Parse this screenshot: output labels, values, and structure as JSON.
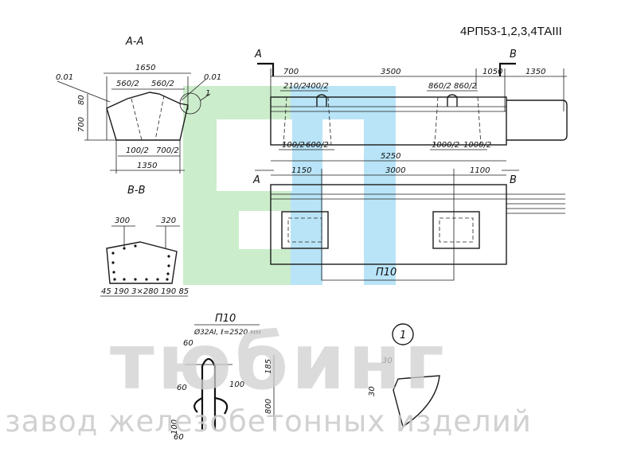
{
  "drawing": {
    "code": "4РП53-1,2,3,4ТАIII",
    "sections": {
      "aa": "А-А",
      "bb": "В-В",
      "a": "А",
      "b": "В"
    },
    "item_tag": "1",
    "detail_tag": "1",
    "rebar_tag": "П10",
    "rebar_title": "П10",
    "rebar_spec": "Ø32АI, ℓ=2520 мм",
    "dims_aa": {
      "top": "1650",
      "half_left": "560/2",
      "half_right": "560/2",
      "slope_left": "0.01",
      "slope_right": "0.01",
      "h_small": "80",
      "h": "700",
      "bot_left": "100/2",
      "bot_right": "700/2",
      "bottom": "1350"
    },
    "dims_bb": {
      "left": "300",
      "right": "320",
      "bottom": "45 190 3×280 190 85"
    },
    "dims_top": {
      "d700": "700",
      "d3500": "3500",
      "d1050": "1050",
      "d1350": "1350",
      "d210": "210/2",
      "d400a": "400/2",
      "d860a": "860/2",
      "d860b": "860/2",
      "d1000a": "1000/2",
      "d1000b": "1000/2",
      "d5250": "5250",
      "d1150": "1150",
      "d3000": "3000",
      "d1100": "1100",
      "d100l": "100/2",
      "d600": "600/2"
    },
    "dims_p10": {
      "d60a": "60",
      "d60b": "60",
      "d60c": "60",
      "d100a": "100",
      "d100b": "100",
      "d185": "185",
      "d800": "800"
    },
    "dims_detail": {
      "d30a": "30",
      "d30b": "30"
    }
  },
  "watermark": {
    "brand": "тюбинг",
    "tagline": "завод железобетонных изделий"
  },
  "colors": {
    "logo_green": "#bfe8bf",
    "logo_blue": "#a9dcf4",
    "ink": "#1b1b1b",
    "watermark": "#cccccc"
  }
}
